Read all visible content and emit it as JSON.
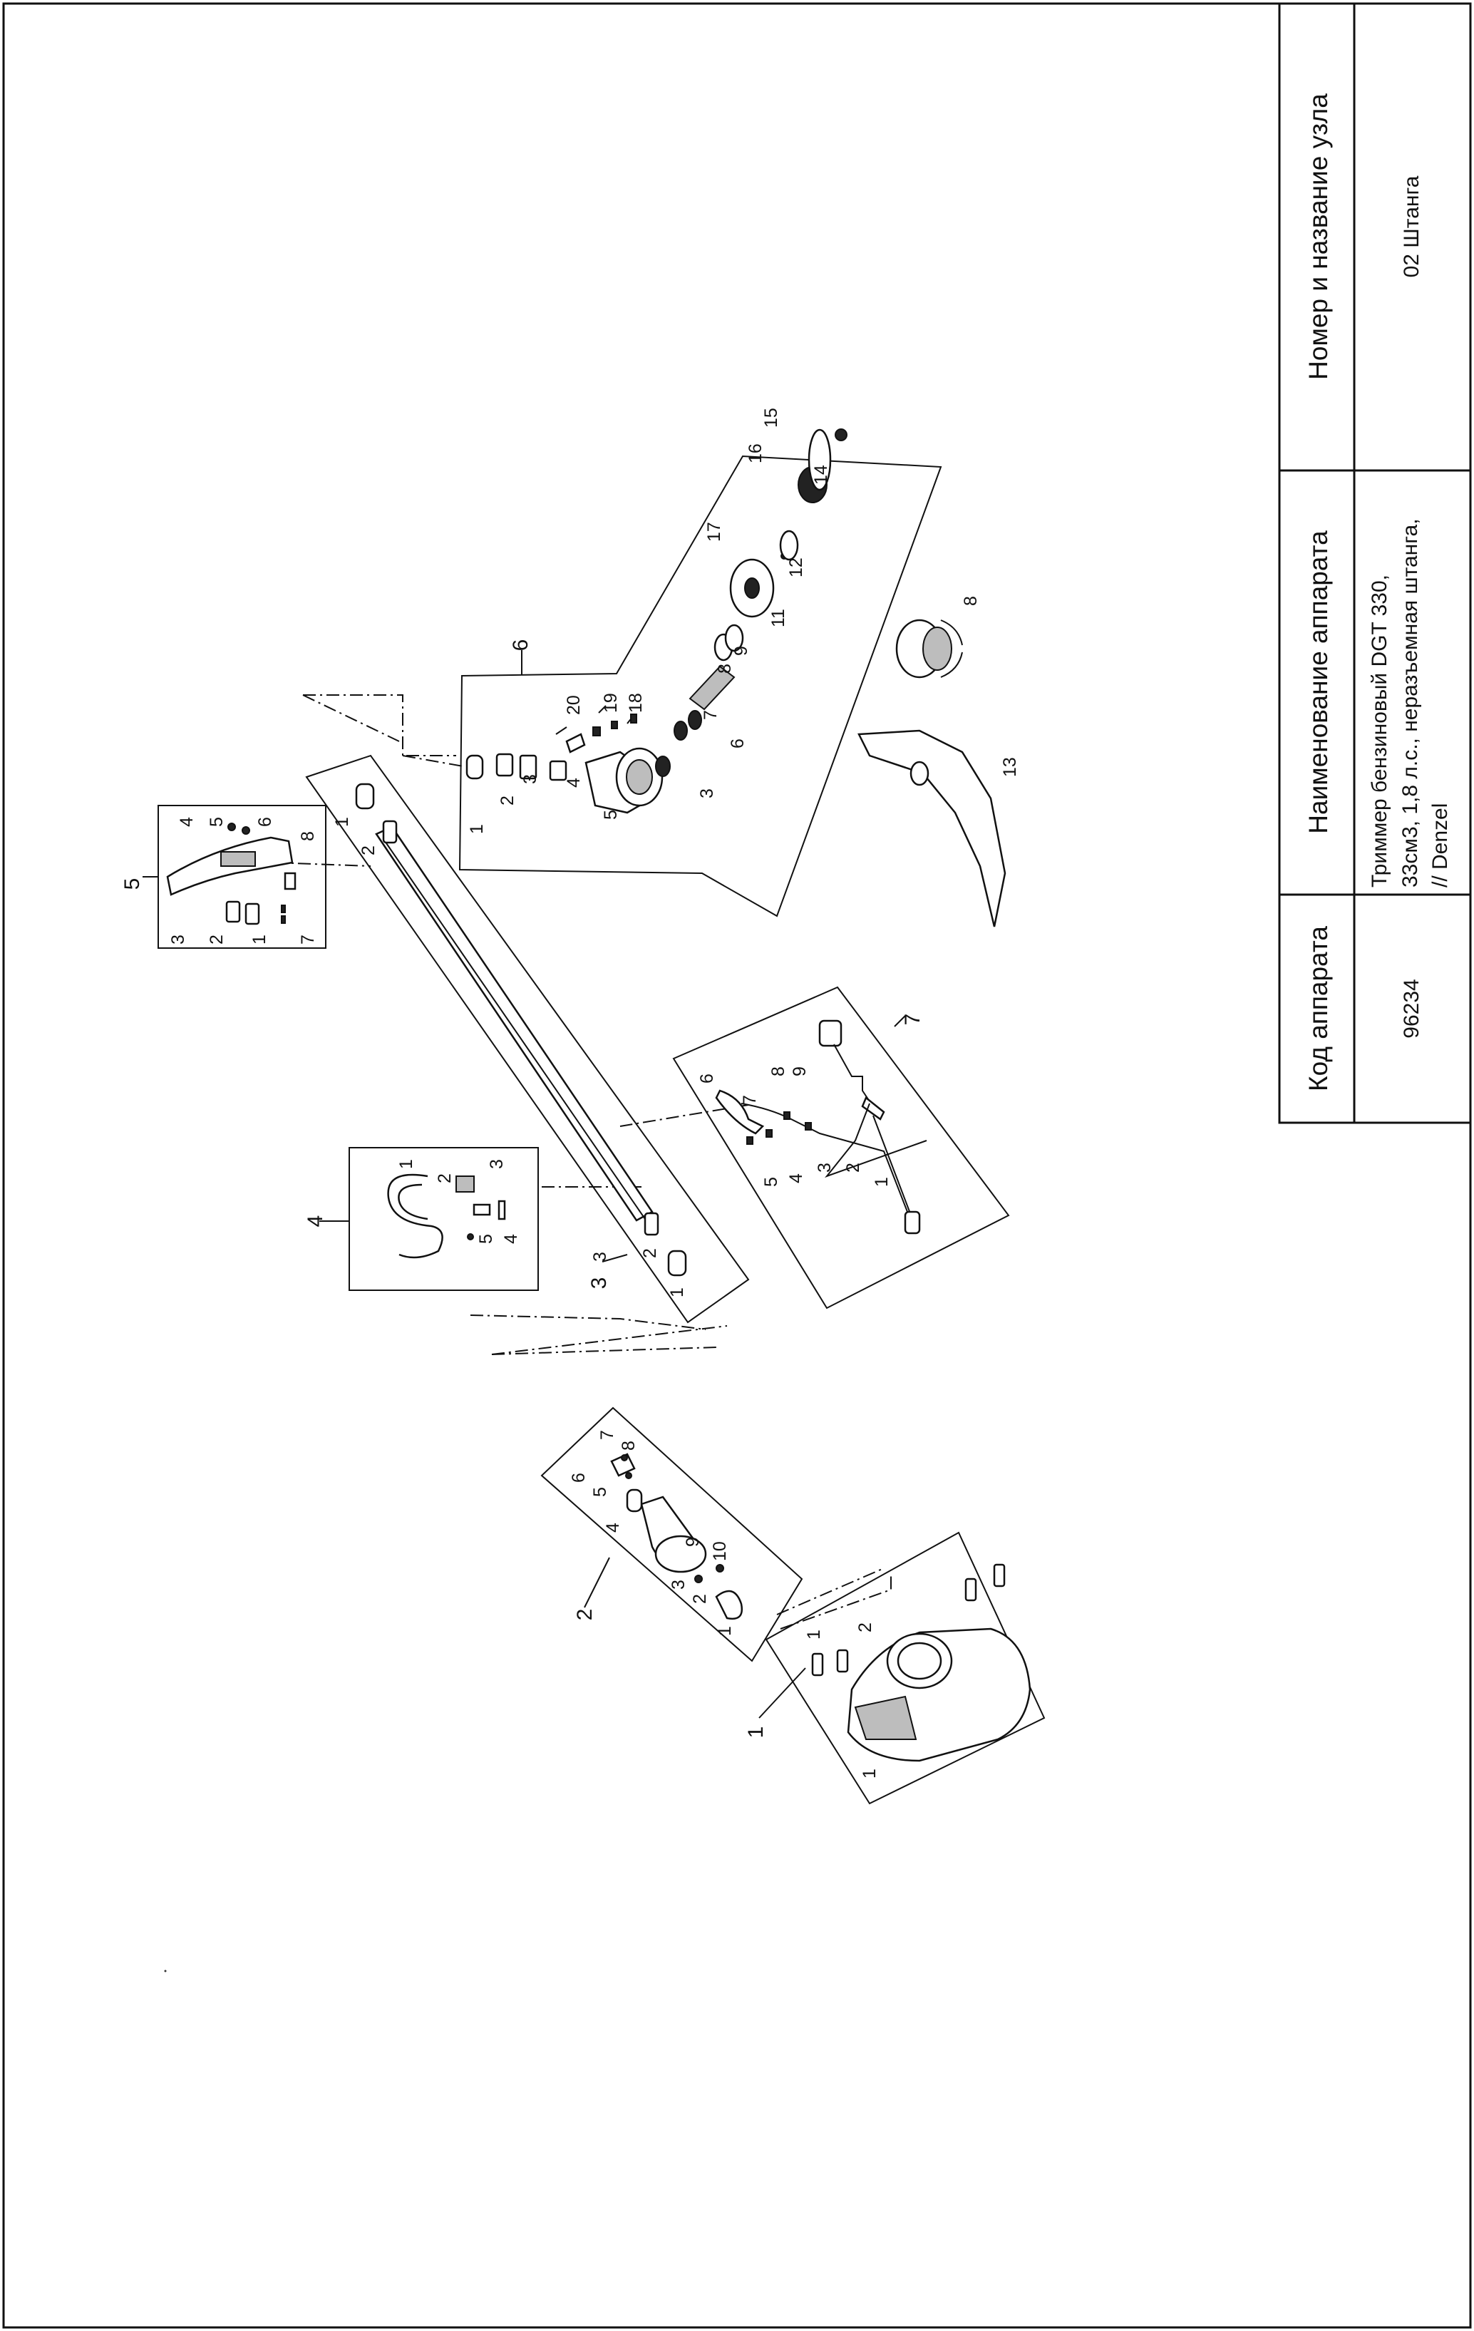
{
  "title_block": {
    "headers": {
      "code": "Код аппарата",
      "name": "Наименование аппарата",
      "unit": "Номер и название узла"
    },
    "values": {
      "code": "96234",
      "name_lines": [
        "Триммер бензиновый DGT 330,",
        "33см3, 1,8 л.с., неразъемная штанга,",
        "// Denzel"
      ],
      "unit": "02 Штанга"
    }
  },
  "diagram": {
    "groups": [
      "1",
      "2",
      "3",
      "4",
      "5",
      "6",
      "7"
    ],
    "group_callouts": {
      "g1": [
        "1",
        "2",
        "1"
      ],
      "g2": [
        "1",
        "2",
        "3",
        "4",
        "5",
        "6",
        "7",
        "8",
        "9",
        "10"
      ],
      "g3": [
        "1",
        "2",
        "3",
        "1",
        "2"
      ],
      "g4": [
        "1",
        "2",
        "3",
        "4",
        "5"
      ],
      "g5": [
        "1",
        "2",
        "3",
        "4",
        "5",
        "6",
        "7",
        "8"
      ],
      "g6": [
        "1",
        "2",
        "3",
        "4",
        "5",
        "20",
        "19",
        "18",
        "3",
        "6",
        "7",
        "8",
        "9",
        "11",
        "12",
        "17",
        "16",
        "15",
        "14",
        "13",
        "8"
      ],
      "g7": [
        "1",
        "2",
        "3",
        "4",
        "5",
        "6",
        "7",
        "8",
        "9"
      ]
    }
  }
}
